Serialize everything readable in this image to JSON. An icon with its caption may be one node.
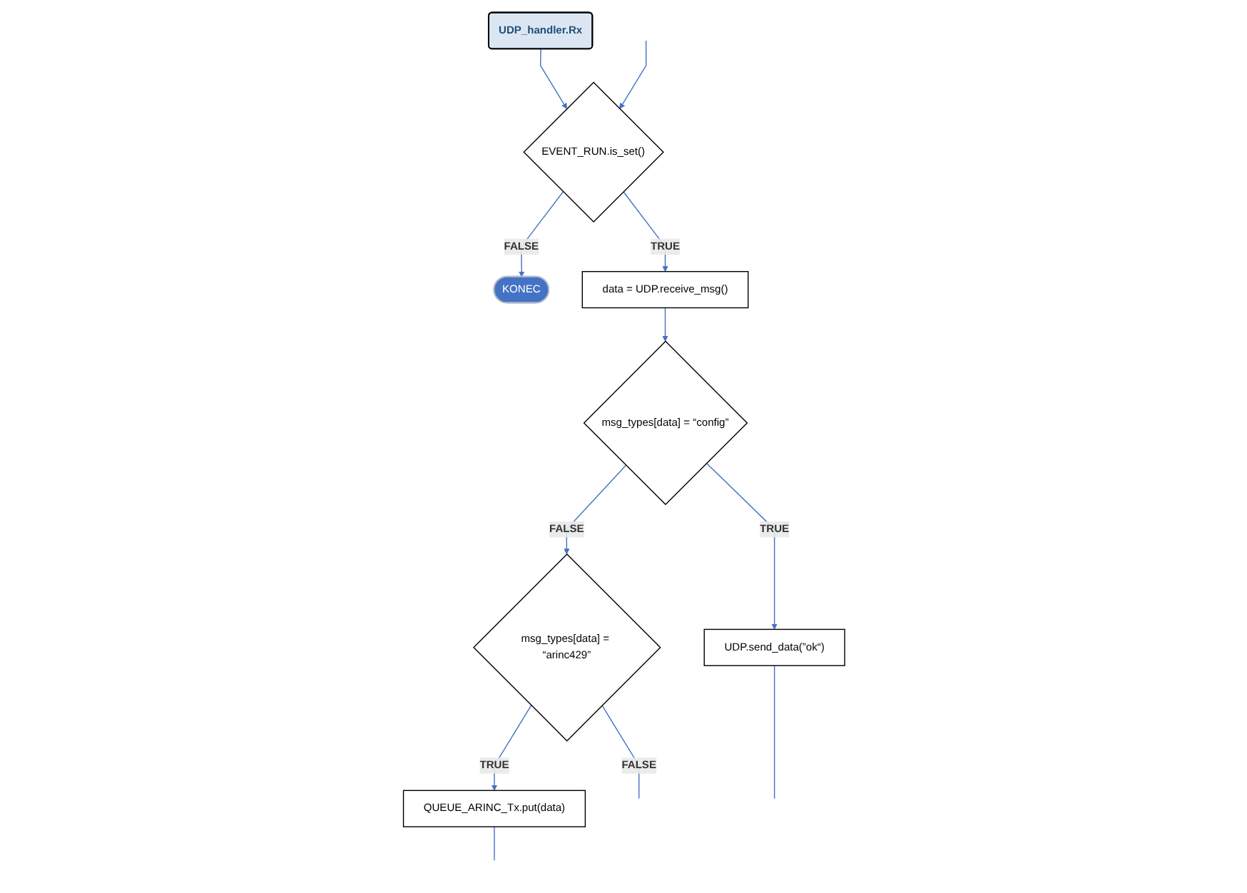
{
  "diagram": {
    "nodes": [
      {
        "text": [
          "UDP_handler.Rx"
        ]
      },
      {
        "text": [
          "EVENT_RUN.is_set()"
        ]
      },
      {
        "text": [
          "KONEC"
        ]
      },
      {
        "text": [
          "data = UDP.receive_msg()"
        ]
      },
      {
        "text": [
          "msg_types[data] = “config”"
        ]
      },
      {
        "text": [
          "msg_types[data] = “arinc429”"
        ]
      },
      {
        "text": [
          "UDP.send_data(”ok“)"
        ]
      },
      {
        "text": [
          "QUEUE_ARINC_Tx.put(data)"
        ]
      }
    ],
    "edges": [
      {
        "from": 0,
        "to": 1,
        "arrow": "to"
      },
      {
        "from": 1,
        "to": 2,
        "arrow": "to",
        "label": "FALSE"
      },
      {
        "from": 1,
        "to": 3,
        "arrow": "to",
        "label": "TRUE"
      },
      {
        "from": 3,
        "to": 4,
        "arrow": "to"
      },
      {
        "from": 4,
        "to": 5,
        "arrow": "to",
        "label": "FALSE"
      },
      {
        "from": 4,
        "to": 6,
        "arrow": "to",
        "label": "TRUE"
      },
      {
        "from": 5,
        "to": 7,
        "arrow": "to",
        "label": "TRUE"
      },
      {
        "from": 5,
        "to": null,
        "arrow": "none",
        "label": "FALSE"
      },
      {
        "from": 6,
        "to": null,
        "arrow": "none"
      },
      {
        "from": 7,
        "to": null,
        "arrow": "none"
      },
      {
        "from": null,
        "to": 1,
        "arrow": "to"
      }
    ]
  }
}
